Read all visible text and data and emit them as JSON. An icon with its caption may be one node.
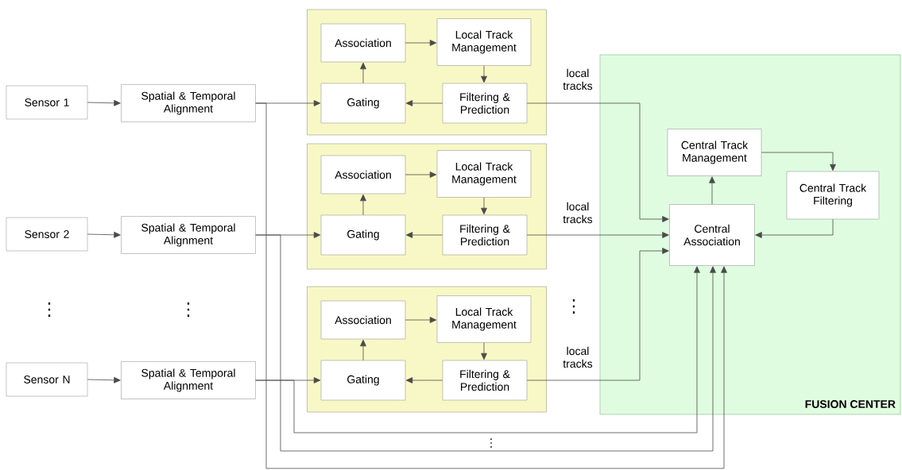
{
  "diagram": {
    "nodes": [
      {
        "text": [
          "Sensor 1"
        ]
      },
      {
        "text": [
          "Spatial & Temporal Alignment"
        ]
      },
      {
        "text": [],
        "shape": "box"
      },
      {
        "text": [
          "Association"
        ],
        "in": 2
      },
      {
        "text": [
          "Local Track Management"
        ],
        "in": 2
      },
      {
        "text": [
          "Gating"
        ],
        "in": 2
      },
      {
        "text": [
          "Filtering & Prediction"
        ],
        "in": 2
      },
      {
        "text": [
          "Sensor 2"
        ]
      },
      {
        "text": [
          "Spatial & Temporal Alignment"
        ]
      },
      {
        "text": [],
        "shape": "box"
      },
      {
        "text": [
          "Association"
        ],
        "in": 9
      },
      {
        "text": [
          "Local Track Management"
        ],
        "in": 9
      },
      {
        "text": [
          "Gating"
        ],
        "in": 9
      },
      {
        "text": [
          "Filtering & Prediction"
        ],
        "in": 9
      },
      {
        "text": [
          "Sensor N"
        ]
      },
      {
        "text": [
          "Spatial & Temporal Alignment"
        ]
      },
      {
        "text": [],
        "shape": "box"
      },
      {
        "text": [
          "Association"
        ],
        "in": 16
      },
      {
        "text": [
          "Local Track Management"
        ],
        "in": 16
      },
      {
        "text": [
          "Gating"
        ],
        "in": 16
      },
      {
        "text": [
          "Filtering & Prediction"
        ],
        "in": 16
      },
      {
        "text": [
          "FUSION CENTER"
        ]
      },
      {
        "text": [
          "Central Track Management"
        ],
        "in": 21
      },
      {
        "text": [
          "Central Track Filtering"
        ],
        "in": 21
      },
      {
        "text": [
          "Central Association"
        ],
        "in": 21
      }
    ],
    "edges": [
      {
        "from": 0,
        "to": 1,
        "arrow": "to"
      },
      {
        "from": 1,
        "to": 5,
        "arrow": "to"
      },
      {
        "from": 5,
        "to": 3,
        "arrow": "to"
      },
      {
        "from": 3,
        "to": 4,
        "arrow": "to"
      },
      {
        "from": 4,
        "to": 6,
        "arrow": "to"
      },
      {
        "from": 6,
        "to": 5,
        "arrow": "to"
      },
      {
        "from": 6,
        "to": 24,
        "arrow": "to",
        "label": "local tracks"
      },
      {
        "from": 1,
        "to": 24,
        "arrow": "to"
      },
      {
        "from": 7,
        "to": 8,
        "arrow": "to"
      },
      {
        "from": 8,
        "to": 12,
        "arrow": "to"
      },
      {
        "from": 12,
        "to": 10,
        "arrow": "to"
      },
      {
        "from": 10,
        "to": 11,
        "arrow": "to"
      },
      {
        "from": 11,
        "to": 13,
        "arrow": "to"
      },
      {
        "from": 13,
        "to": 12,
        "arrow": "to"
      },
      {
        "from": 13,
        "to": 24,
        "arrow": "to",
        "label": "local tracks"
      },
      {
        "from": 8,
        "to": 24,
        "arrow": "to"
      },
      {
        "from": 14,
        "to": 15,
        "arrow": "to"
      },
      {
        "from": 15,
        "to": 19,
        "arrow": "to"
      },
      {
        "from": 19,
        "to": 17,
        "arrow": "to"
      },
      {
        "from": 17,
        "to": 18,
        "arrow": "to"
      },
      {
        "from": 18,
        "to": 20,
        "arrow": "to"
      },
      {
        "from": 20,
        "to": 19,
        "arrow": "to"
      },
      {
        "from": 20,
        "to": 24,
        "arrow": "to",
        "label": "local tracks"
      },
      {
        "from": 15,
        "to": 24,
        "arrow": "to"
      },
      {
        "from": 24,
        "to": 22,
        "arrow": "to"
      },
      {
        "from": 22,
        "to": 23,
        "arrow": "to"
      },
      {
        "from": 23,
        "to": 24,
        "arrow": "to"
      }
    ],
    "labels": [
      "⋮",
      "⋮",
      "⋮",
      "⋮"
    ]
  }
}
